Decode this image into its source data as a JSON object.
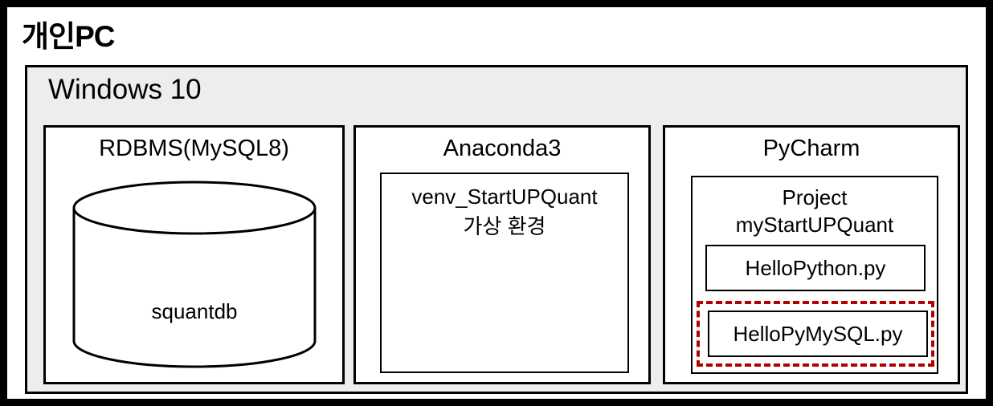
{
  "diagram": {
    "pc": {
      "title": "개인PC"
    },
    "os": {
      "title": "Windows 10"
    },
    "rdbms": {
      "title": "RDBMS(MySQL8)",
      "db_name": "squantdb"
    },
    "anaconda": {
      "title": "Anaconda3",
      "venv_line1": "venv_StartUPQuant",
      "venv_line2": "가상 환경"
    },
    "pycharm": {
      "title": "PyCharm",
      "project_line1": "Project",
      "project_line2": "myStartUPQuant",
      "file1": "HelloPython.py",
      "file2": "HelloPyMySQL.py"
    }
  },
  "colors": {
    "highlight_border": "#b30000",
    "os_background": "#ededed",
    "line": "#000000"
  }
}
